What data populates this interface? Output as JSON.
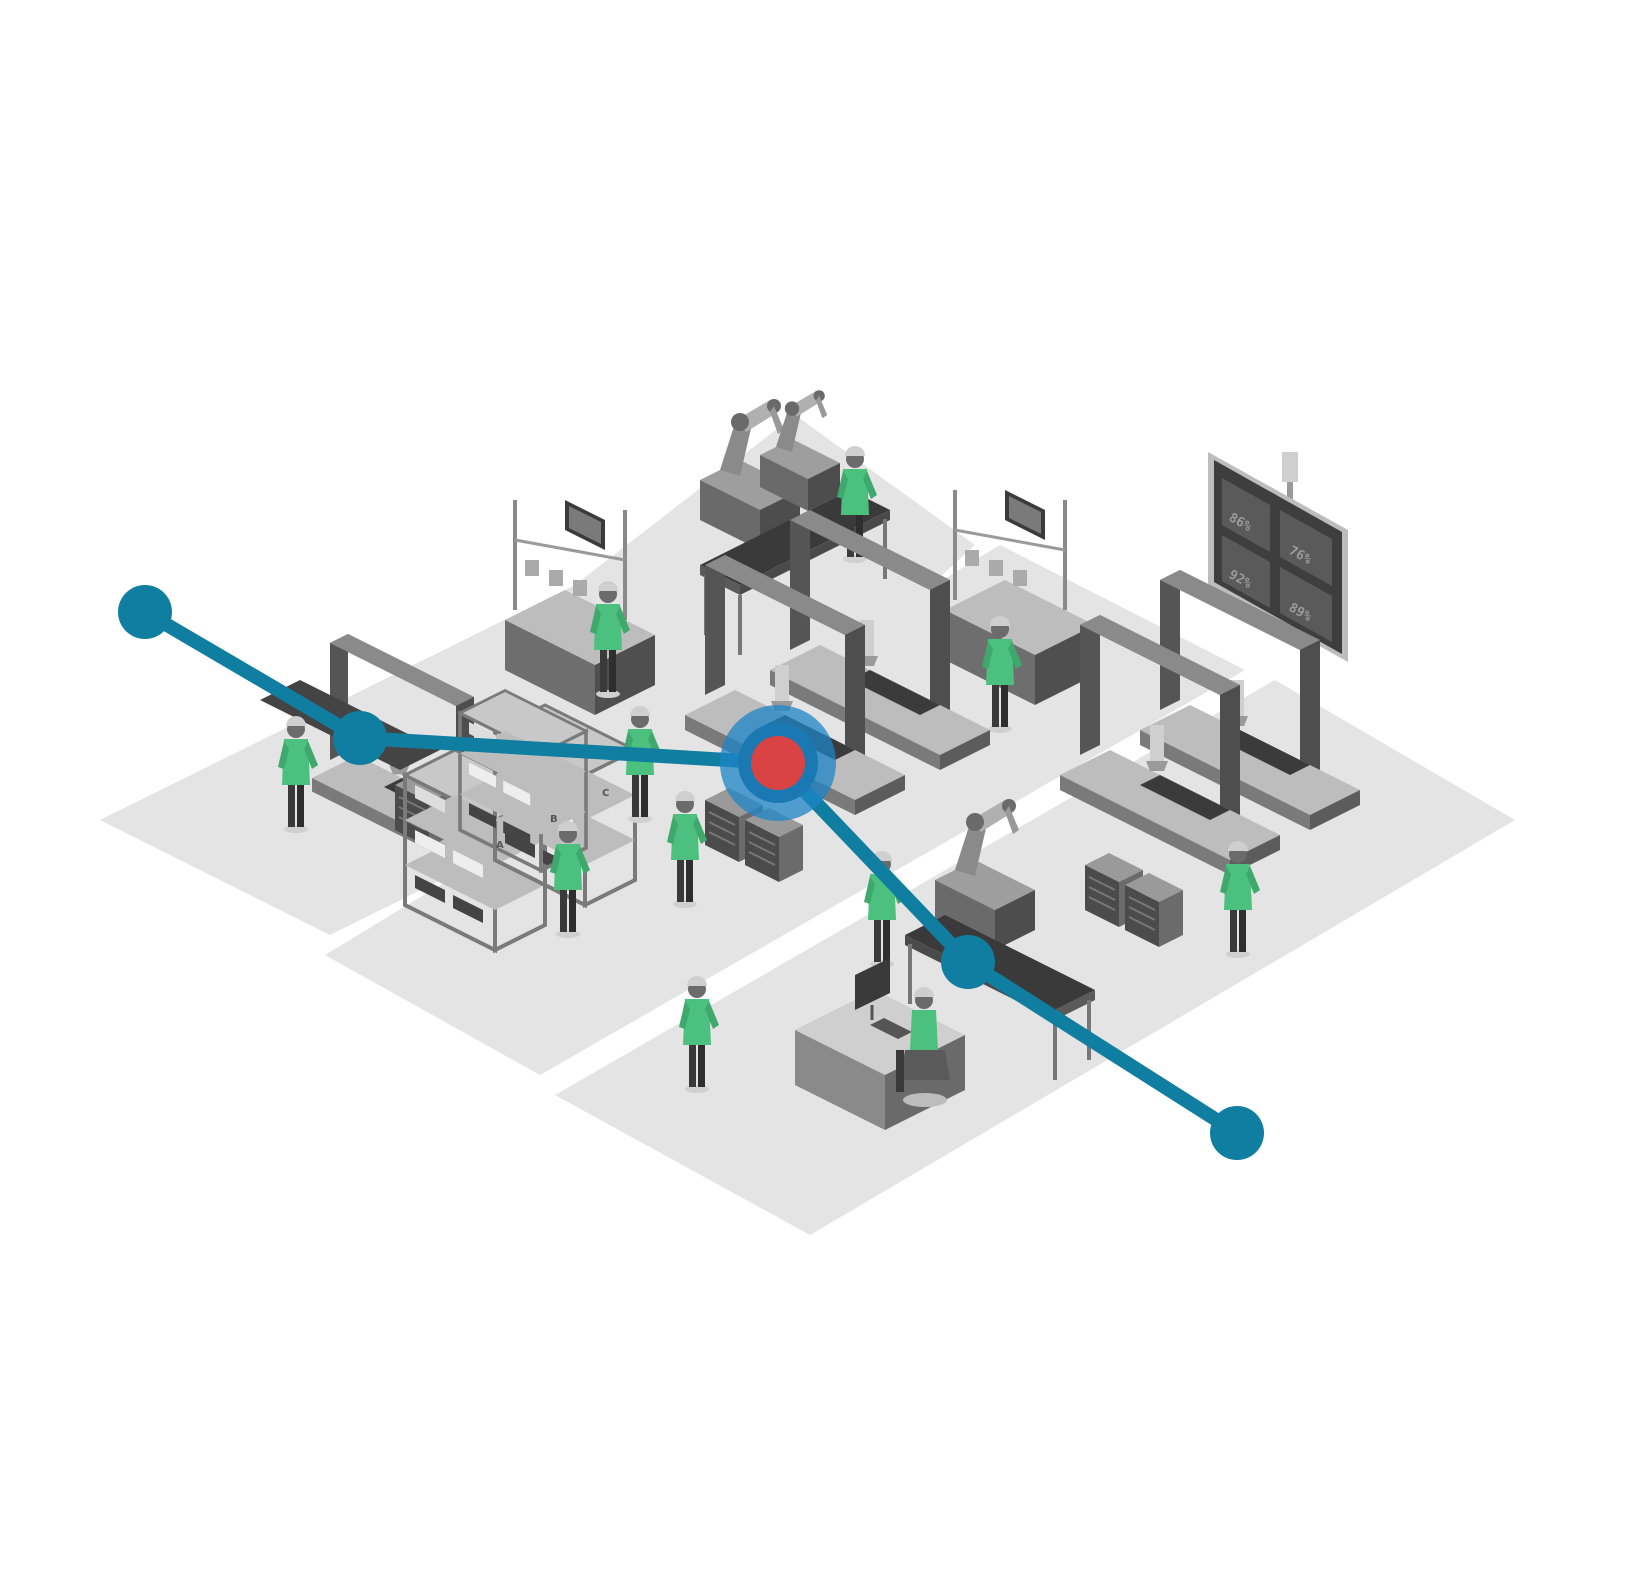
{
  "colors": {
    "background": "#ffffff",
    "floor": "#e4e4e4",
    "machine_dark": "#5a5a5a",
    "machine_mid": "#8a8a8a",
    "machine_light": "#bdbdbd",
    "worker_shirt": "#4cc07f",
    "worker_pants": "#3a3a3a",
    "network_line": "#0f7ea0",
    "network_halo": "#1e86c8",
    "alert": "#d94343"
  },
  "dashboard": {
    "kpis": [
      "86%",
      "76%",
      "92%",
      "89%"
    ]
  },
  "shelf_labels": [
    "A",
    "B",
    "C"
  ]
}
